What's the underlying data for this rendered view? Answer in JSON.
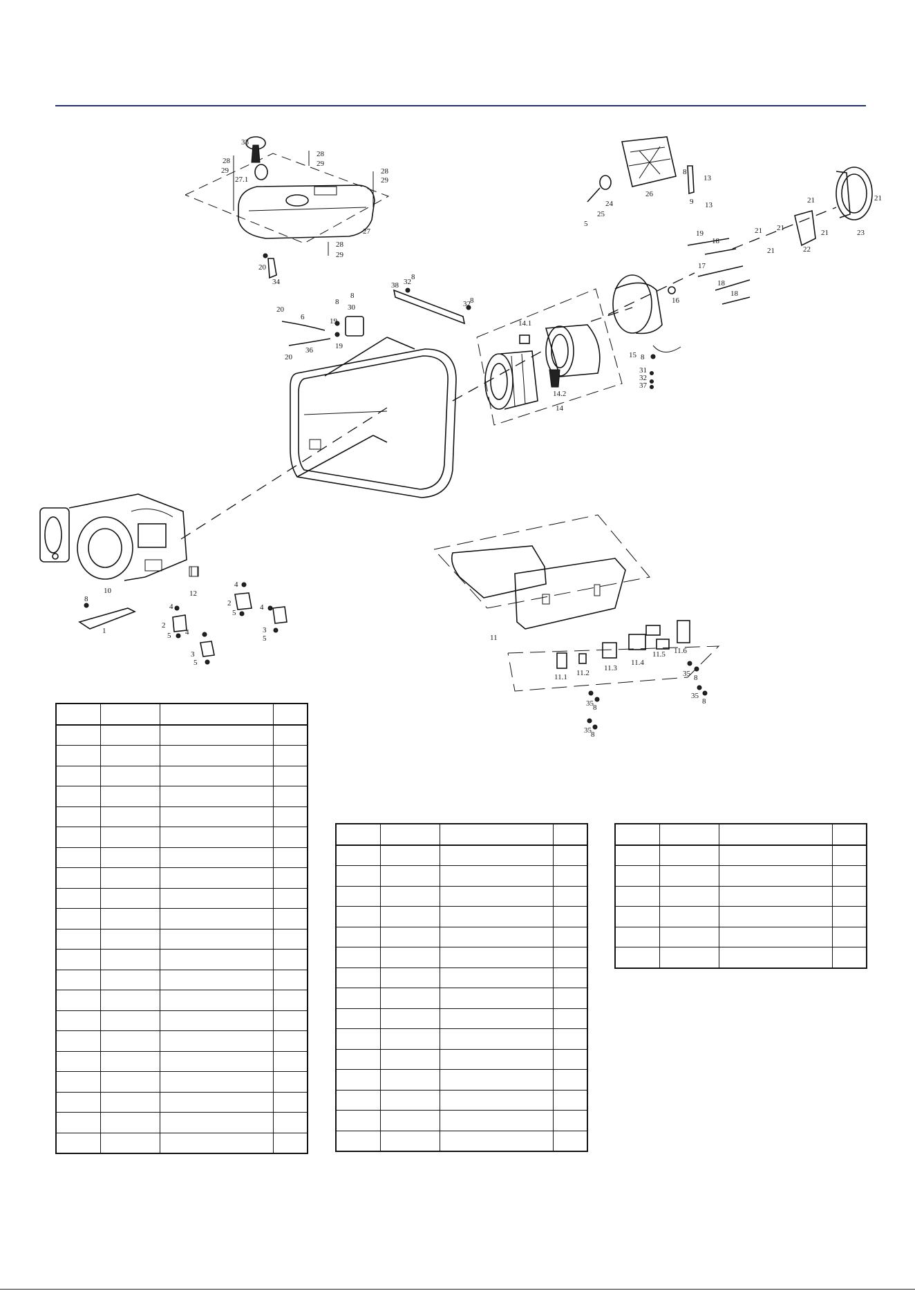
{
  "callouts": [
    {
      "id": "t33",
      "text": "33"
    },
    {
      "id": "t28a",
      "text": "28"
    },
    {
      "id": "t29a",
      "text": "29"
    },
    {
      "id": "t27_1",
      "text": "27.1"
    },
    {
      "id": "t28b",
      "text": "28"
    },
    {
      "id": "t29b",
      "text": "29"
    },
    {
      "id": "t28c",
      "text": "28"
    },
    {
      "id": "t29c",
      "text": "29"
    },
    {
      "id": "t27",
      "text": "27"
    },
    {
      "id": "t28d",
      "text": "28"
    },
    {
      "id": "t29d",
      "text": "29"
    },
    {
      "id": "t20a",
      "text": "20"
    },
    {
      "id": "t34",
      "text": "34"
    },
    {
      "id": "t38",
      "text": "38"
    },
    {
      "id": "t32a",
      "text": "32"
    },
    {
      "id": "t8a",
      "text": "8"
    },
    {
      "id": "t32b",
      "text": "32"
    },
    {
      "id": "t8b",
      "text": "8"
    },
    {
      "id": "t20b",
      "text": "20"
    },
    {
      "id": "t6",
      "text": "6"
    },
    {
      "id": "t8c",
      "text": "8"
    },
    {
      "id": "t8d",
      "text": "8"
    },
    {
      "id": "t30",
      "text": "30"
    },
    {
      "id": "t19a",
      "text": "19"
    },
    {
      "id": "t19b",
      "text": "19"
    },
    {
      "id": "t36",
      "text": "36"
    },
    {
      "id": "t20c",
      "text": "20"
    },
    {
      "id": "t14_1",
      "text": "14.1"
    },
    {
      "id": "t14_2",
      "text": "14.2"
    },
    {
      "id": "t14",
      "text": "14"
    },
    {
      "id": "t15",
      "text": "15"
    },
    {
      "id": "t16",
      "text": "16"
    },
    {
      "id": "t8e",
      "text": "8"
    },
    {
      "id": "t31",
      "text": "31"
    },
    {
      "id": "t32c",
      "text": "32"
    },
    {
      "id": "t37",
      "text": "37"
    },
    {
      "id": "t17",
      "text": "17"
    },
    {
      "id": "t18a",
      "text": "18"
    },
    {
      "id": "t18b",
      "text": "18"
    },
    {
      "id": "t18c",
      "text": "18"
    },
    {
      "id": "t19c",
      "text": "19"
    },
    {
      "id": "t5a",
      "text": "5"
    },
    {
      "id": "t25",
      "text": "25"
    },
    {
      "id": "t24",
      "text": "24"
    },
    {
      "id": "t26",
      "text": "26"
    },
    {
      "id": "t8f",
      "text": "8"
    },
    {
      "id": "t9",
      "text": "9"
    },
    {
      "id": "t13a",
      "text": "13"
    },
    {
      "id": "t13b",
      "text": "13"
    },
    {
      "id": "t21a",
      "text": "21"
    },
    {
      "id": "t21b",
      "text": "21"
    },
    {
      "id": "t21c",
      "text": "21"
    },
    {
      "id": "t21d",
      "text": "21"
    },
    {
      "id": "t21e",
      "text": "21"
    },
    {
      "id": "t21f",
      "text": "21"
    },
    {
      "id": "t22",
      "text": "22"
    },
    {
      "id": "t23",
      "text": "23"
    },
    {
      "id": "t10",
      "text": "10"
    },
    {
      "id": "t12",
      "text": "12"
    },
    {
      "id": "t8g",
      "text": "8"
    },
    {
      "id": "t1",
      "text": "1"
    },
    {
      "id": "t4a",
      "text": "4"
    },
    {
      "id": "t2a",
      "text": "2"
    },
    {
      "id": "t5b",
      "text": "5"
    },
    {
      "id": "t4b",
      "text": "4"
    },
    {
      "id": "t3a",
      "text": "3"
    },
    {
      "id": "t5c",
      "text": "5"
    },
    {
      "id": "t4c",
      "text": "4"
    },
    {
      "id": "t2b",
      "text": "2"
    },
    {
      "id": "t5d",
      "text": "5"
    },
    {
      "id": "t4d",
      "text": "4"
    },
    {
      "id": "t3b",
      "text": "3"
    },
    {
      "id": "t5e",
      "text": "5"
    },
    {
      "id": "t11",
      "text": "11"
    },
    {
      "id": "t11_1",
      "text": "11.1"
    },
    {
      "id": "t11_2",
      "text": "11.2"
    },
    {
      "id": "t11_3",
      "text": "11.3"
    },
    {
      "id": "t11_4",
      "text": "11.4"
    },
    {
      "id": "t11_5",
      "text": "11.5"
    },
    {
      "id": "t11_6",
      "text": "11.6"
    },
    {
      "id": "t35a",
      "text": "35"
    },
    {
      "id": "t8h",
      "text": "8"
    },
    {
      "id": "t35b",
      "text": "35"
    },
    {
      "id": "t8i",
      "text": "8"
    },
    {
      "id": "t35c",
      "text": "35"
    },
    {
      "id": "t8j",
      "text": "8"
    },
    {
      "id": "t35d",
      "text": "35"
    },
    {
      "id": "t8k",
      "text": "8"
    }
  ],
  "tables": {
    "left": {
      "rows": 22,
      "cols": 4
    },
    "middle": {
      "rows": 16,
      "cols": 4
    },
    "right": {
      "rows": 7,
      "cols": 4
    }
  }
}
